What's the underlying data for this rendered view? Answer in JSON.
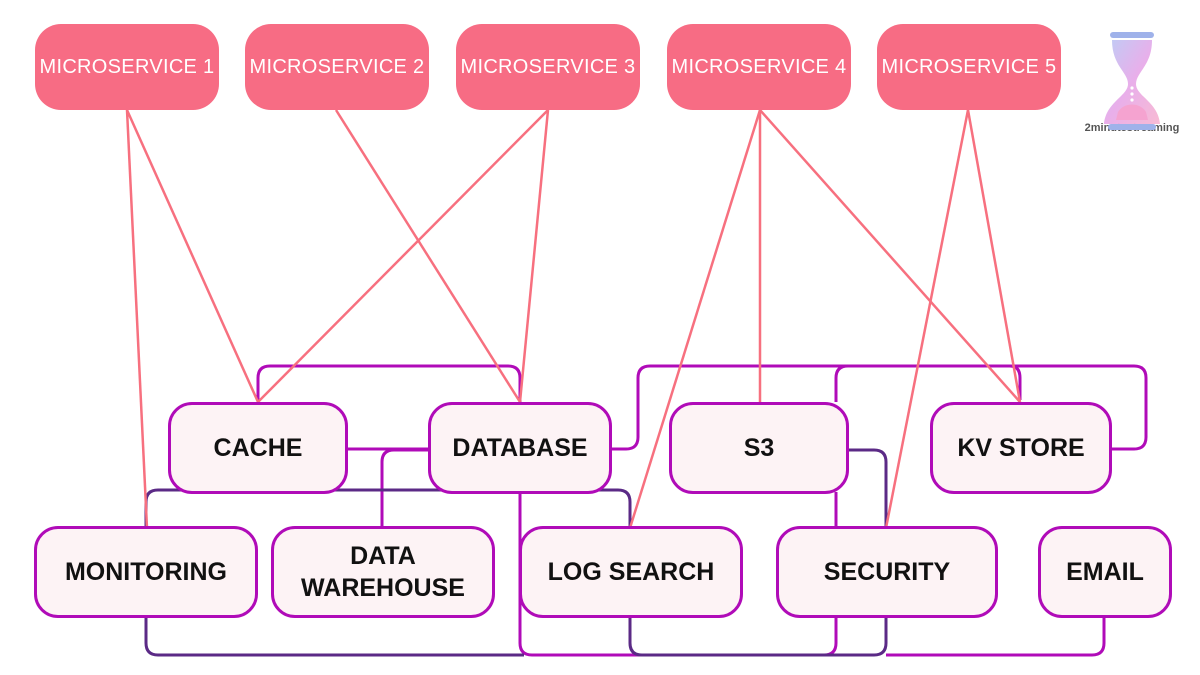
{
  "microservices": [
    {
      "label": "MICROSERVICE 1"
    },
    {
      "label": "MICROSERVICE 2"
    },
    {
      "label": "MICROSERVICE 3"
    },
    {
      "label": "MICROSERVICE 4"
    },
    {
      "label": "MICROSERVICE 5"
    }
  ],
  "infra": {
    "cache": "CACHE",
    "database": "DATABASE",
    "s3": "S3",
    "kv_store": "KV STORE",
    "monitoring": "MONITORING",
    "data_warehouse_line1": "DATA",
    "data_warehouse_line2": "WAREHOUSE",
    "log_search": "LOG SEARCH",
    "security": "SECURITY",
    "email": "EMAIL"
  },
  "brand": {
    "caption": "2minutestreaming"
  },
  "colors": {
    "microservice_fill": "#f76c84",
    "service_line": "#f7707f",
    "infra_border": "#b00bb8",
    "infra_fill": "#fdf3f5",
    "backbone_line": "#5b2a86"
  }
}
